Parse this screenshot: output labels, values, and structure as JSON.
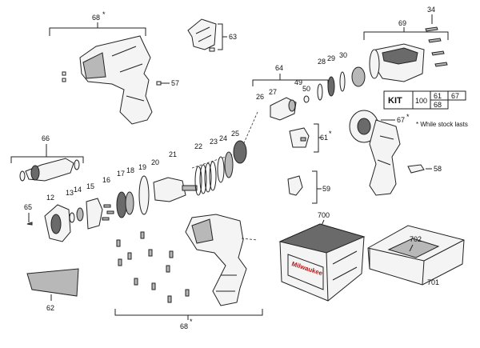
{
  "labels": {
    "p68_top": "68",
    "p68_bottom": "68",
    "asterisk": "*",
    "p63": "63",
    "p34": "34",
    "p69": "69",
    "p57": "57",
    "p64": "64",
    "p28": "28",
    "p29": "29",
    "p30": "30",
    "p49": "49",
    "p50": "50",
    "p26": "26",
    "p27": "27",
    "p67": "67",
    "p61": "61",
    "p66": "66",
    "p65": "65",
    "p12": "12",
    "p13": "13",
    "p14": "14",
    "p15": "15",
    "p16": "16",
    "p17": "17",
    "p18": "18",
    "p19": "19",
    "p20": "20",
    "p21": "21",
    "p22": "22",
    "p23": "23",
    "p24": "24",
    "p25": "25",
    "p58": "58",
    "p59": "59",
    "p62": "62",
    "p700": "700",
    "p701": "701",
    "p702": "702"
  },
  "kit": {
    "title": "KIT",
    "main": "100",
    "cells": [
      "61",
      "67",
      "68"
    ]
  },
  "note": "* While stock lasts",
  "brand": "Milwaukee"
}
